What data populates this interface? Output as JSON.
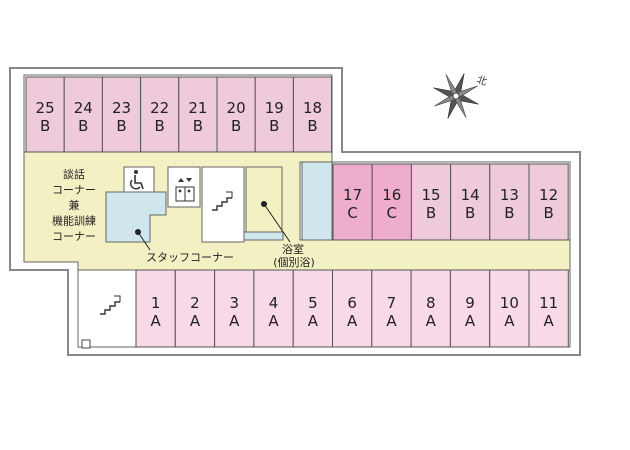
{
  "colors": {
    "room_b": "#eecadb",
    "room_c": "#eeaecb",
    "room_a": "#f7d9e8",
    "corridor": "#f3f1c4",
    "water": "#cfe7ec",
    "stroke": "#555555"
  },
  "compass": {
    "label": "北",
    "icon": "compass-rose-icon"
  },
  "rooms_top": [
    {
      "num": "25",
      "type": "B"
    },
    {
      "num": "24",
      "type": "B"
    },
    {
      "num": "23",
      "type": "B"
    },
    {
      "num": "22",
      "type": "B"
    },
    {
      "num": "21",
      "type": "B"
    },
    {
      "num": "20",
      "type": "B"
    },
    {
      "num": "19",
      "type": "B"
    },
    {
      "num": "18",
      "type": "B"
    }
  ],
  "rooms_mid": [
    {
      "num": "17",
      "type": "C"
    },
    {
      "num": "16",
      "type": "C"
    },
    {
      "num": "15",
      "type": "B"
    },
    {
      "num": "14",
      "type": "B"
    },
    {
      "num": "13",
      "type": "B"
    },
    {
      "num": "12",
      "type": "B"
    }
  ],
  "rooms_bottom": [
    {
      "num": "1",
      "type": "A"
    },
    {
      "num": "2",
      "type": "A"
    },
    {
      "num": "3",
      "type": "A"
    },
    {
      "num": "4",
      "type": "A"
    },
    {
      "num": "5",
      "type": "A"
    },
    {
      "num": "6",
      "type": "A"
    },
    {
      "num": "7",
      "type": "A"
    },
    {
      "num": "8",
      "type": "A"
    },
    {
      "num": "9",
      "type": "A"
    },
    {
      "num": "10",
      "type": "A"
    },
    {
      "num": "11",
      "type": "A"
    }
  ],
  "labels": {
    "lounge_line1": "談話",
    "lounge_line2": "コーナー",
    "lounge_line3": "兼",
    "lounge_line4": "機能訓練",
    "lounge_line5": "コーナー",
    "staff_corner": "スタッフコーナー",
    "bath_line1": "浴室",
    "bath_line2": "(個別浴)"
  },
  "icons": {
    "wheelchair": "wheelchair-toilet-icon",
    "elevator": "elevator-icon",
    "stairs": "stairs-icon"
  }
}
